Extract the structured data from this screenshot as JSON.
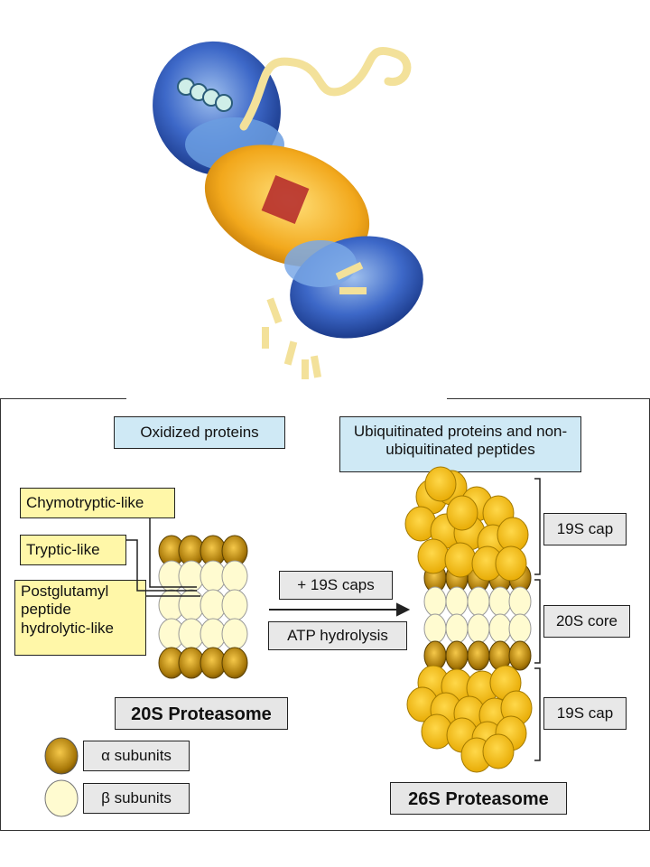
{
  "top_illustration": {
    "icon": "proteasome-3d-illustration"
  },
  "diagram": {
    "labels": {
      "oxidized": "Oxidized proteins",
      "ubiquitinated": "Ubiquitinated proteins and non-ubiquitinated peptides",
      "chymotryptic": "Chymotryptic-like",
      "tryptic": "Tryptic-like",
      "postglutamyl": "Postglutamyl peptide hydrolytic-like",
      "caps": "+ 19S caps",
      "atp": "ATP hydrolysis",
      "cap_top": "19S cap",
      "core": "20S core",
      "cap_bottom": "19S cap",
      "p20s": "20S Proteasome",
      "p26s": "26S Proteasome",
      "alpha": "α subunits",
      "beta": "β subunits"
    },
    "colors": {
      "alpha": "#b8860b",
      "beta": "#fffbd0",
      "cap": "#f5b800",
      "blue_box": "#cfe9f5",
      "yellow_box": "#fff7a8"
    }
  }
}
